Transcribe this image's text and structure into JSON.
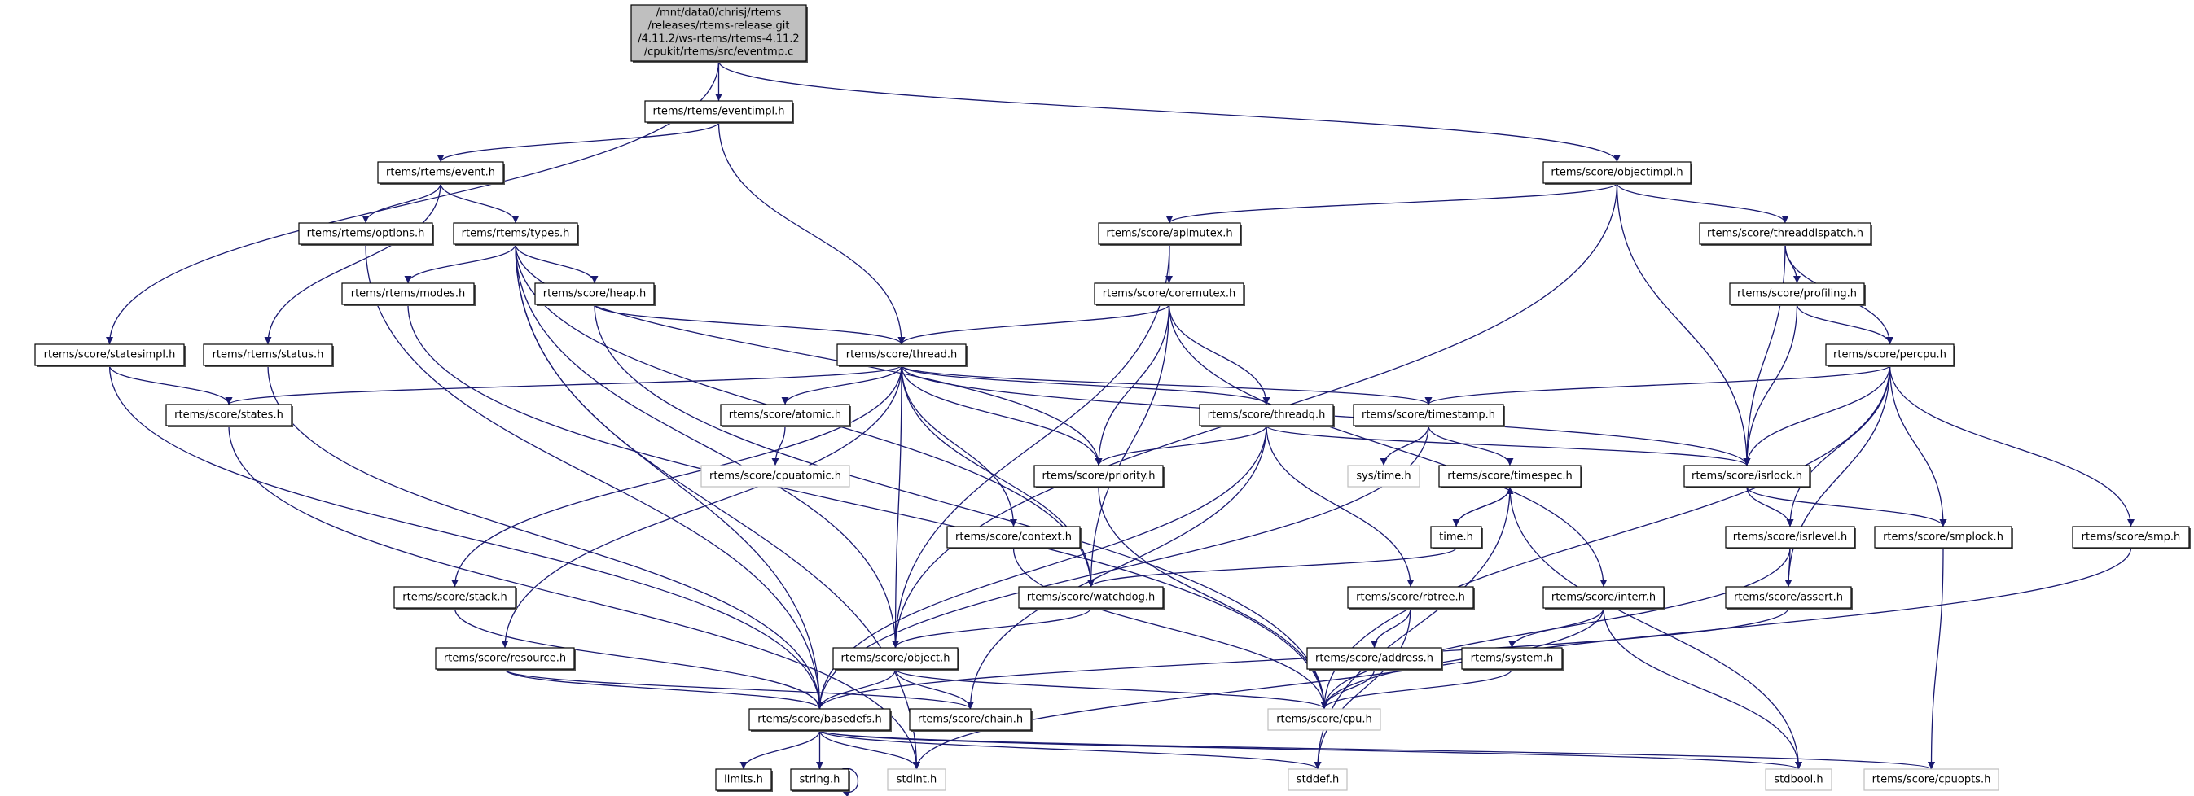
{
  "colors": {
    "edge": "#191970",
    "root_fill": "#bfbfbf",
    "external_border": "#bfbfbf",
    "node_border": "#000000"
  },
  "root": {
    "lines": [
      "/mnt/data0/chrisj/rtems",
      "/releases/rtems-release.git",
      "/4.11.2/ws-rtems/rtems-4.11.2",
      "/cpukit/rtems/src/eventmp.c"
    ]
  },
  "nodes": {
    "eventimpl": {
      "label": "rtems/rtems/eventimpl.h"
    },
    "objectimpl": {
      "label": "rtems/score/objectimpl.h"
    },
    "event": {
      "label": "rtems/rtems/event.h"
    },
    "options": {
      "label": "rtems/rtems/options.h"
    },
    "types": {
      "label": "rtems/rtems/types.h"
    },
    "apimutex": {
      "label": "rtems/score/apimutex.h"
    },
    "threaddispatch": {
      "label": "rtems/score/threaddispatch.h"
    },
    "modes": {
      "label": "rtems/rtems/modes.h"
    },
    "heap": {
      "label": "rtems/score/heap.h"
    },
    "coremutex": {
      "label": "rtems/score/coremutex.h"
    },
    "profiling": {
      "label": "rtems/score/profiling.h"
    },
    "statesimpl": {
      "label": "rtems/score/statesimpl.h"
    },
    "status": {
      "label": "rtems/rtems/status.h"
    },
    "thread": {
      "label": "rtems/score/thread.h"
    },
    "percpu": {
      "label": "rtems/score/percpu.h"
    },
    "states": {
      "label": "rtems/score/states.h"
    },
    "atomic": {
      "label": "rtems/score/atomic.h"
    },
    "threadq": {
      "label": "rtems/score/threadq.h"
    },
    "timestamp": {
      "label": "rtems/score/timestamp.h"
    },
    "cpuatomic": {
      "label": "rtems/score/cpuatomic.h",
      "external": true
    },
    "priority": {
      "label": "rtems/score/priority.h"
    },
    "systime": {
      "label": "sys/time.h",
      "external": true
    },
    "timespec": {
      "label": "rtems/score/timespec.h"
    },
    "isrlock": {
      "label": "rtems/score/isrlock.h"
    },
    "context": {
      "label": "rtems/score/context.h"
    },
    "time": {
      "label": "time.h"
    },
    "isrlevel": {
      "label": "rtems/score/isrlevel.h"
    },
    "smplock": {
      "label": "rtems/score/smplock.h"
    },
    "smp": {
      "label": "rtems/score/smp.h"
    },
    "stack": {
      "label": "rtems/score/stack.h"
    },
    "watchdog": {
      "label": "rtems/score/watchdog.h"
    },
    "rbtree": {
      "label": "rtems/score/rbtree.h"
    },
    "interr": {
      "label": "rtems/score/interr.h"
    },
    "assert": {
      "label": "rtems/score/assert.h"
    },
    "resource": {
      "label": "rtems/score/resource.h"
    },
    "object": {
      "label": "rtems/score/object.h"
    },
    "address": {
      "label": "rtems/score/address.h"
    },
    "system": {
      "label": "rtems/system.h"
    },
    "basedefs": {
      "label": "rtems/score/basedefs.h"
    },
    "chain": {
      "label": "rtems/score/chain.h"
    },
    "cpu": {
      "label": "rtems/score/cpu.h",
      "external": true
    },
    "limits": {
      "label": "limits.h"
    },
    "string": {
      "label": "string.h"
    },
    "stdint": {
      "label": "stdint.h",
      "external": true
    },
    "stddef": {
      "label": "stddef.h",
      "external": true
    },
    "stdbool": {
      "label": "stdbool.h",
      "external": true
    },
    "cpuopts": {
      "label": "rtems/score/cpuopts.h",
      "external": true
    }
  },
  "edges": [
    [
      "root",
      "statesimpl"
    ],
    [
      "root",
      "eventimpl"
    ],
    [
      "root",
      "objectimpl"
    ],
    [
      "eventimpl",
      "event"
    ],
    [
      "eventimpl",
      "thread"
    ],
    [
      "event",
      "status"
    ],
    [
      "event",
      "options"
    ],
    [
      "event",
      "types"
    ],
    [
      "options",
      "basedefs"
    ],
    [
      "types",
      "stdint"
    ],
    [
      "types",
      "modes"
    ],
    [
      "types",
      "heap"
    ],
    [
      "types",
      "object"
    ],
    [
      "types",
      "watchdog"
    ],
    [
      "types",
      "priority"
    ],
    [
      "types",
      "basedefs"
    ],
    [
      "modes",
      "cpu"
    ],
    [
      "heap",
      "thread"
    ],
    [
      "heap",
      "cpu"
    ],
    [
      "statesimpl",
      "states"
    ],
    [
      "statesimpl",
      "basedefs"
    ],
    [
      "status",
      "basedefs"
    ],
    [
      "states",
      "stdint"
    ],
    [
      "thread",
      "states"
    ],
    [
      "thread",
      "atomic"
    ],
    [
      "thread",
      "stack"
    ],
    [
      "thread",
      "resource"
    ],
    [
      "thread",
      "context"
    ],
    [
      "thread",
      "object"
    ],
    [
      "thread",
      "watchdog"
    ],
    [
      "thread",
      "priority"
    ],
    [
      "thread",
      "threadq"
    ],
    [
      "thread",
      "timestamp"
    ],
    [
      "thread",
      "isrlock"
    ],
    [
      "atomic",
      "cpuatomic"
    ],
    [
      "stack",
      "basedefs"
    ],
    [
      "resource",
      "basedefs"
    ],
    [
      "resource",
      "chain"
    ],
    [
      "context",
      "cpu"
    ],
    [
      "object",
      "basedefs"
    ],
    [
      "object",
      "chain"
    ],
    [
      "object",
      "cpu"
    ],
    [
      "watchdog",
      "object"
    ],
    [
      "basedefs",
      "limits"
    ],
    [
      "basedefs",
      "string"
    ],
    [
      "basedefs",
      "stdint"
    ],
    [
      "basedefs",
      "stddef"
    ],
    [
      "basedefs",
      "stdbool"
    ],
    [
      "basedefs",
      "cpuopts"
    ],
    [
      "string",
      "string"
    ],
    [
      "objectimpl",
      "apimutex"
    ],
    [
      "objectimpl",
      "threaddispatch"
    ],
    [
      "objectimpl",
      "object"
    ],
    [
      "objectimpl",
      "isrlock"
    ],
    [
      "apimutex",
      "coremutex"
    ],
    [
      "apimutex",
      "object"
    ],
    [
      "coremutex",
      "thread"
    ],
    [
      "coremutex",
      "priority"
    ],
    [
      "coremutex",
      "watchdog"
    ],
    [
      "coremutex",
      "threadq"
    ],
    [
      "coremutex",
      "interr"
    ],
    [
      "threaddispatch",
      "profiling"
    ],
    [
      "threaddispatch",
      "percpu"
    ],
    [
      "threaddispatch",
      "isrlock"
    ],
    [
      "profiling",
      "percpu"
    ],
    [
      "profiling",
      "isrlock"
    ],
    [
      "percpu",
      "timestamp"
    ],
    [
      "percpu",
      "isrlock"
    ],
    [
      "percpu",
      "isrlevel"
    ],
    [
      "percpu",
      "smplock"
    ],
    [
      "percpu",
      "smp"
    ],
    [
      "percpu",
      "assert"
    ],
    [
      "percpu",
      "cpu"
    ],
    [
      "threadq",
      "priority"
    ],
    [
      "threadq",
      "isrlock"
    ],
    [
      "threadq",
      "rbtree"
    ],
    [
      "threadq",
      "chain"
    ],
    [
      "threadq",
      "basedefs"
    ],
    [
      "timestamp",
      "systime"
    ],
    [
      "timestamp",
      "timespec"
    ],
    [
      "timestamp",
      "basedefs"
    ],
    [
      "timespec",
      "time"
    ],
    [
      "timespec",
      "stdbool"
    ],
    [
      "timespec",
      "stddef"
    ],
    [
      "time",
      "timespec"
    ],
    [
      "time",
      "watchdog"
    ],
    [
      "isrlock",
      "isrlevel"
    ],
    [
      "isrlock",
      "smplock"
    ],
    [
      "isrlevel",
      "assert"
    ],
    [
      "isrlevel",
      "cpu"
    ],
    [
      "smplock",
      "cpuopts"
    ],
    [
      "smp",
      "cpu"
    ],
    [
      "rbtree",
      "address"
    ],
    [
      "rbtree",
      "stddef"
    ],
    [
      "address",
      "cpu"
    ],
    [
      "interr",
      "system"
    ],
    [
      "interr",
      "stdbool"
    ],
    [
      "interr",
      "stdint"
    ],
    [
      "system",
      "cpu"
    ],
    [
      "assert",
      "basedefs"
    ],
    [
      "priority",
      "cpu"
    ]
  ]
}
